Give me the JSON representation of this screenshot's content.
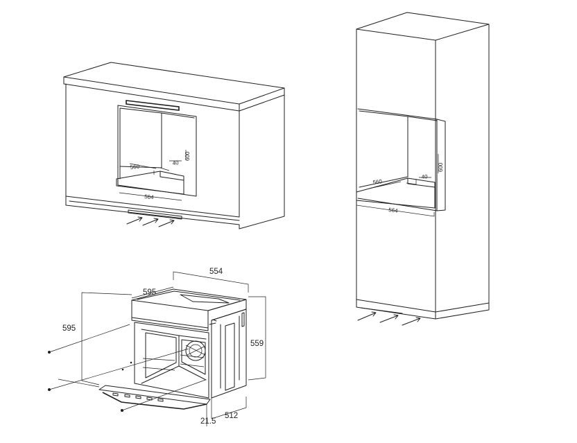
{
  "kitchen_cabinet": {
    "dim_depth": "560",
    "dim_gap": "40",
    "dim_height": "600",
    "dim_width": "564"
  },
  "tall_cabinet": {
    "dim_depth": "560",
    "dim_gap": "40",
    "dim_height": "600",
    "dim_width": "564"
  },
  "oven": {
    "dim_top_depth": "554",
    "dim_front_width": "595",
    "dim_front_height": "595",
    "dim_body_height": "559",
    "dim_body_depth": "512",
    "dim_door_offset": "21.5"
  }
}
